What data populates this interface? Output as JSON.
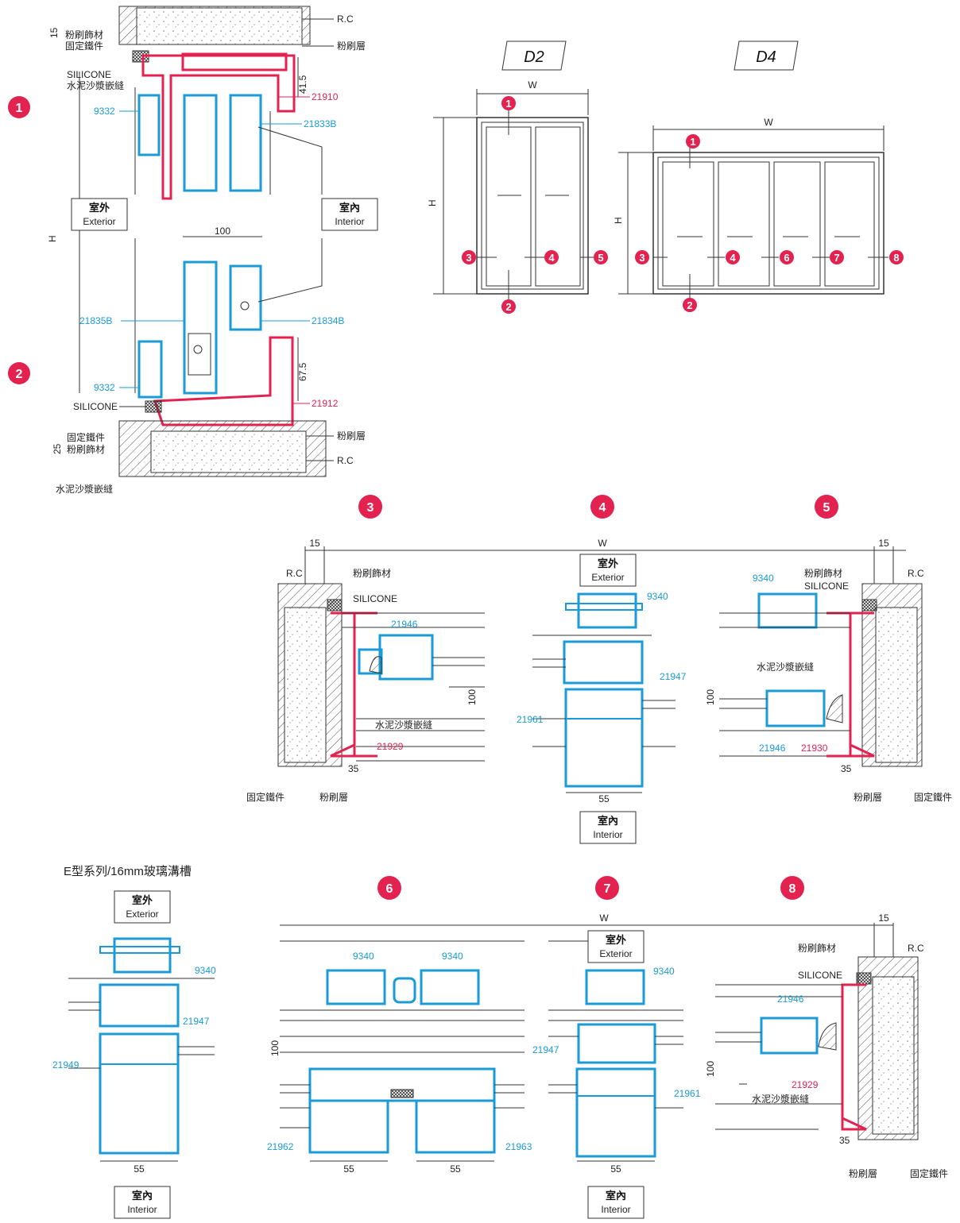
{
  "colors": {
    "accent_red": "#e4224f",
    "profile_blue": "#1a9bd7",
    "line": "#333333"
  },
  "elevations": {
    "d2": {
      "title": "D2",
      "w": "W",
      "h": "H",
      "markers": [
        "1",
        "2",
        "3",
        "4",
        "5"
      ]
    },
    "d4": {
      "title": "D4",
      "w": "W",
      "h": "H",
      "markers": [
        "1",
        "2",
        "3",
        "4",
        "6",
        "7",
        "8"
      ]
    }
  },
  "section_markers": {
    "m1": "1",
    "m2": "2",
    "m3": "3",
    "m4": "4",
    "m5": "5",
    "m6": "6",
    "m7": "7",
    "m8": "8"
  },
  "vertical": {
    "rc": "R.C",
    "plaster_layer": "粉刷層",
    "plaster_finish": "粉刷飾材",
    "fixing": "固定鐵件",
    "silicone": "SILICONE",
    "mortar": "水泥沙漿嵌縫",
    "dim15": "15",
    "dim41_5": "41.5",
    "dim100": "100",
    "dim67_5": "67.5",
    "dim25": "25",
    "dimH": "H",
    "top_codes": {
      "c9332": "9332",
      "c21910": "21910",
      "c21833B": "21833B"
    },
    "bottom_codes": {
      "c21835B": "21835B",
      "c21834B": "21834B",
      "c9332": "9332",
      "c21912": "21912"
    },
    "exterior_cn": "室外",
    "exterior_en": "Exterior",
    "interior_cn": "室內",
    "interior_en": "Interior"
  },
  "horizontal": {
    "w": "W",
    "dim15": "15",
    "dim35": "35",
    "dim55": "55",
    "dim100": "100",
    "rc": "R.C",
    "plaster_finish": "粉刷飾材",
    "silicone": "SILICONE",
    "mortar": "水泥沙漿嵌縫",
    "fixing": "固定鐵件",
    "plaster_layer": "粉刷層",
    "codes": {
      "c21946": "21946",
      "c21929": "21929",
      "c9340": "9340",
      "c21947": "21947",
      "c21961": "21961",
      "c21930": "21930",
      "c21949": "21949",
      "c21962": "21962",
      "c21963": "21963"
    },
    "exterior_cn": "室外",
    "exterior_en": "Exterior",
    "interior_cn": "室內",
    "interior_en": "Interior"
  },
  "series_title": "E型系列/16mm玻璃溝槽"
}
